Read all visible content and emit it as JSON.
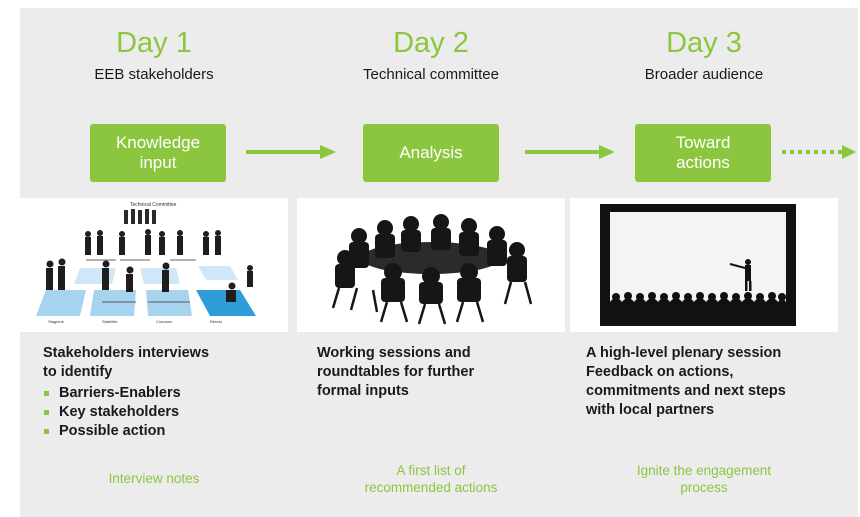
{
  "columns": [
    {
      "day": "Day 1",
      "audience": "EEB stakeholders",
      "step": [
        "Knowledge",
        "input"
      ],
      "desc_lines": [
        "Stakeholders interviews",
        "to identify"
      ],
      "bullets": [
        "Barriers-Enablers",
        "Key stakeholders",
        "Possible action"
      ],
      "output_lines": [
        "Interview notes"
      ]
    },
    {
      "day": "Day 2",
      "audience": "Technical committee",
      "step": [
        "Analysis"
      ],
      "desc_lines": [
        "Working sessions and",
        "roundtables for further",
        "formal inputs"
      ],
      "bullets": [],
      "output_lines": [
        "A first list of",
        "recommended actions"
      ]
    },
    {
      "day": "Day 3",
      "audience": "Broader audience",
      "step": [
        "Toward",
        "actions"
      ],
      "desc_lines": [
        "A high-level plenary session",
        "Feedback on actions,",
        "commitments and next steps",
        "with local partners"
      ],
      "bullets": [],
      "output_lines": [
        "Ignite the engagement",
        "process"
      ]
    }
  ],
  "image1": {
    "header_label": "Technical Committee",
    "tile_labels": [
      "Stagione",
      "Stabilitet",
      "Conosce",
      "Rendu"
    ]
  },
  "colors": {
    "accent": "#8cc63f",
    "panel": "#ececec",
    "text": "#1a1a1a",
    "tile": "#a7d3ef",
    "tile_dark": "#2f9ed8"
  }
}
